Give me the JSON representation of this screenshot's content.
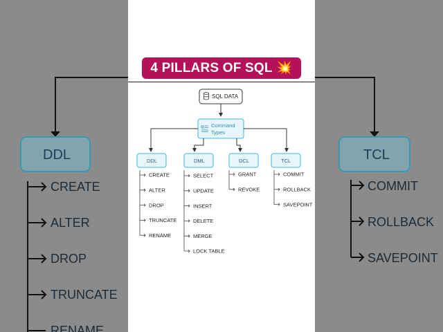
{
  "title": "4 PILLARS OF SQL",
  "title_emoji": "💥",
  "root": "SQL DATA",
  "command_types": "Command Types",
  "command_types_lines": [
    "Command",
    "Types"
  ],
  "categories": [
    {
      "name": "DDL",
      "items": [
        "CREATE",
        "ALTER",
        "DROP",
        "TRUNCATE",
        "RENAME"
      ]
    },
    {
      "name": "DML",
      "items": [
        "SELECT",
        "UPDATE",
        "INSERT",
        "DELETE",
        "MERGE",
        "LOCK TABLE"
      ]
    },
    {
      "name": "DCL",
      "items": [
        "GRANT",
        "REVOKE"
      ]
    },
    {
      "name": "TCL",
      "items": [
        "COMMIT",
        "ROLLBACK",
        "SAVEPOINT"
      ]
    }
  ],
  "colors": {
    "banner": "#b3115a",
    "node_border": "#3fb6d6",
    "node_fill": "#e6f6fb",
    "node_text": "#2a5f80",
    "line": "#333333"
  }
}
